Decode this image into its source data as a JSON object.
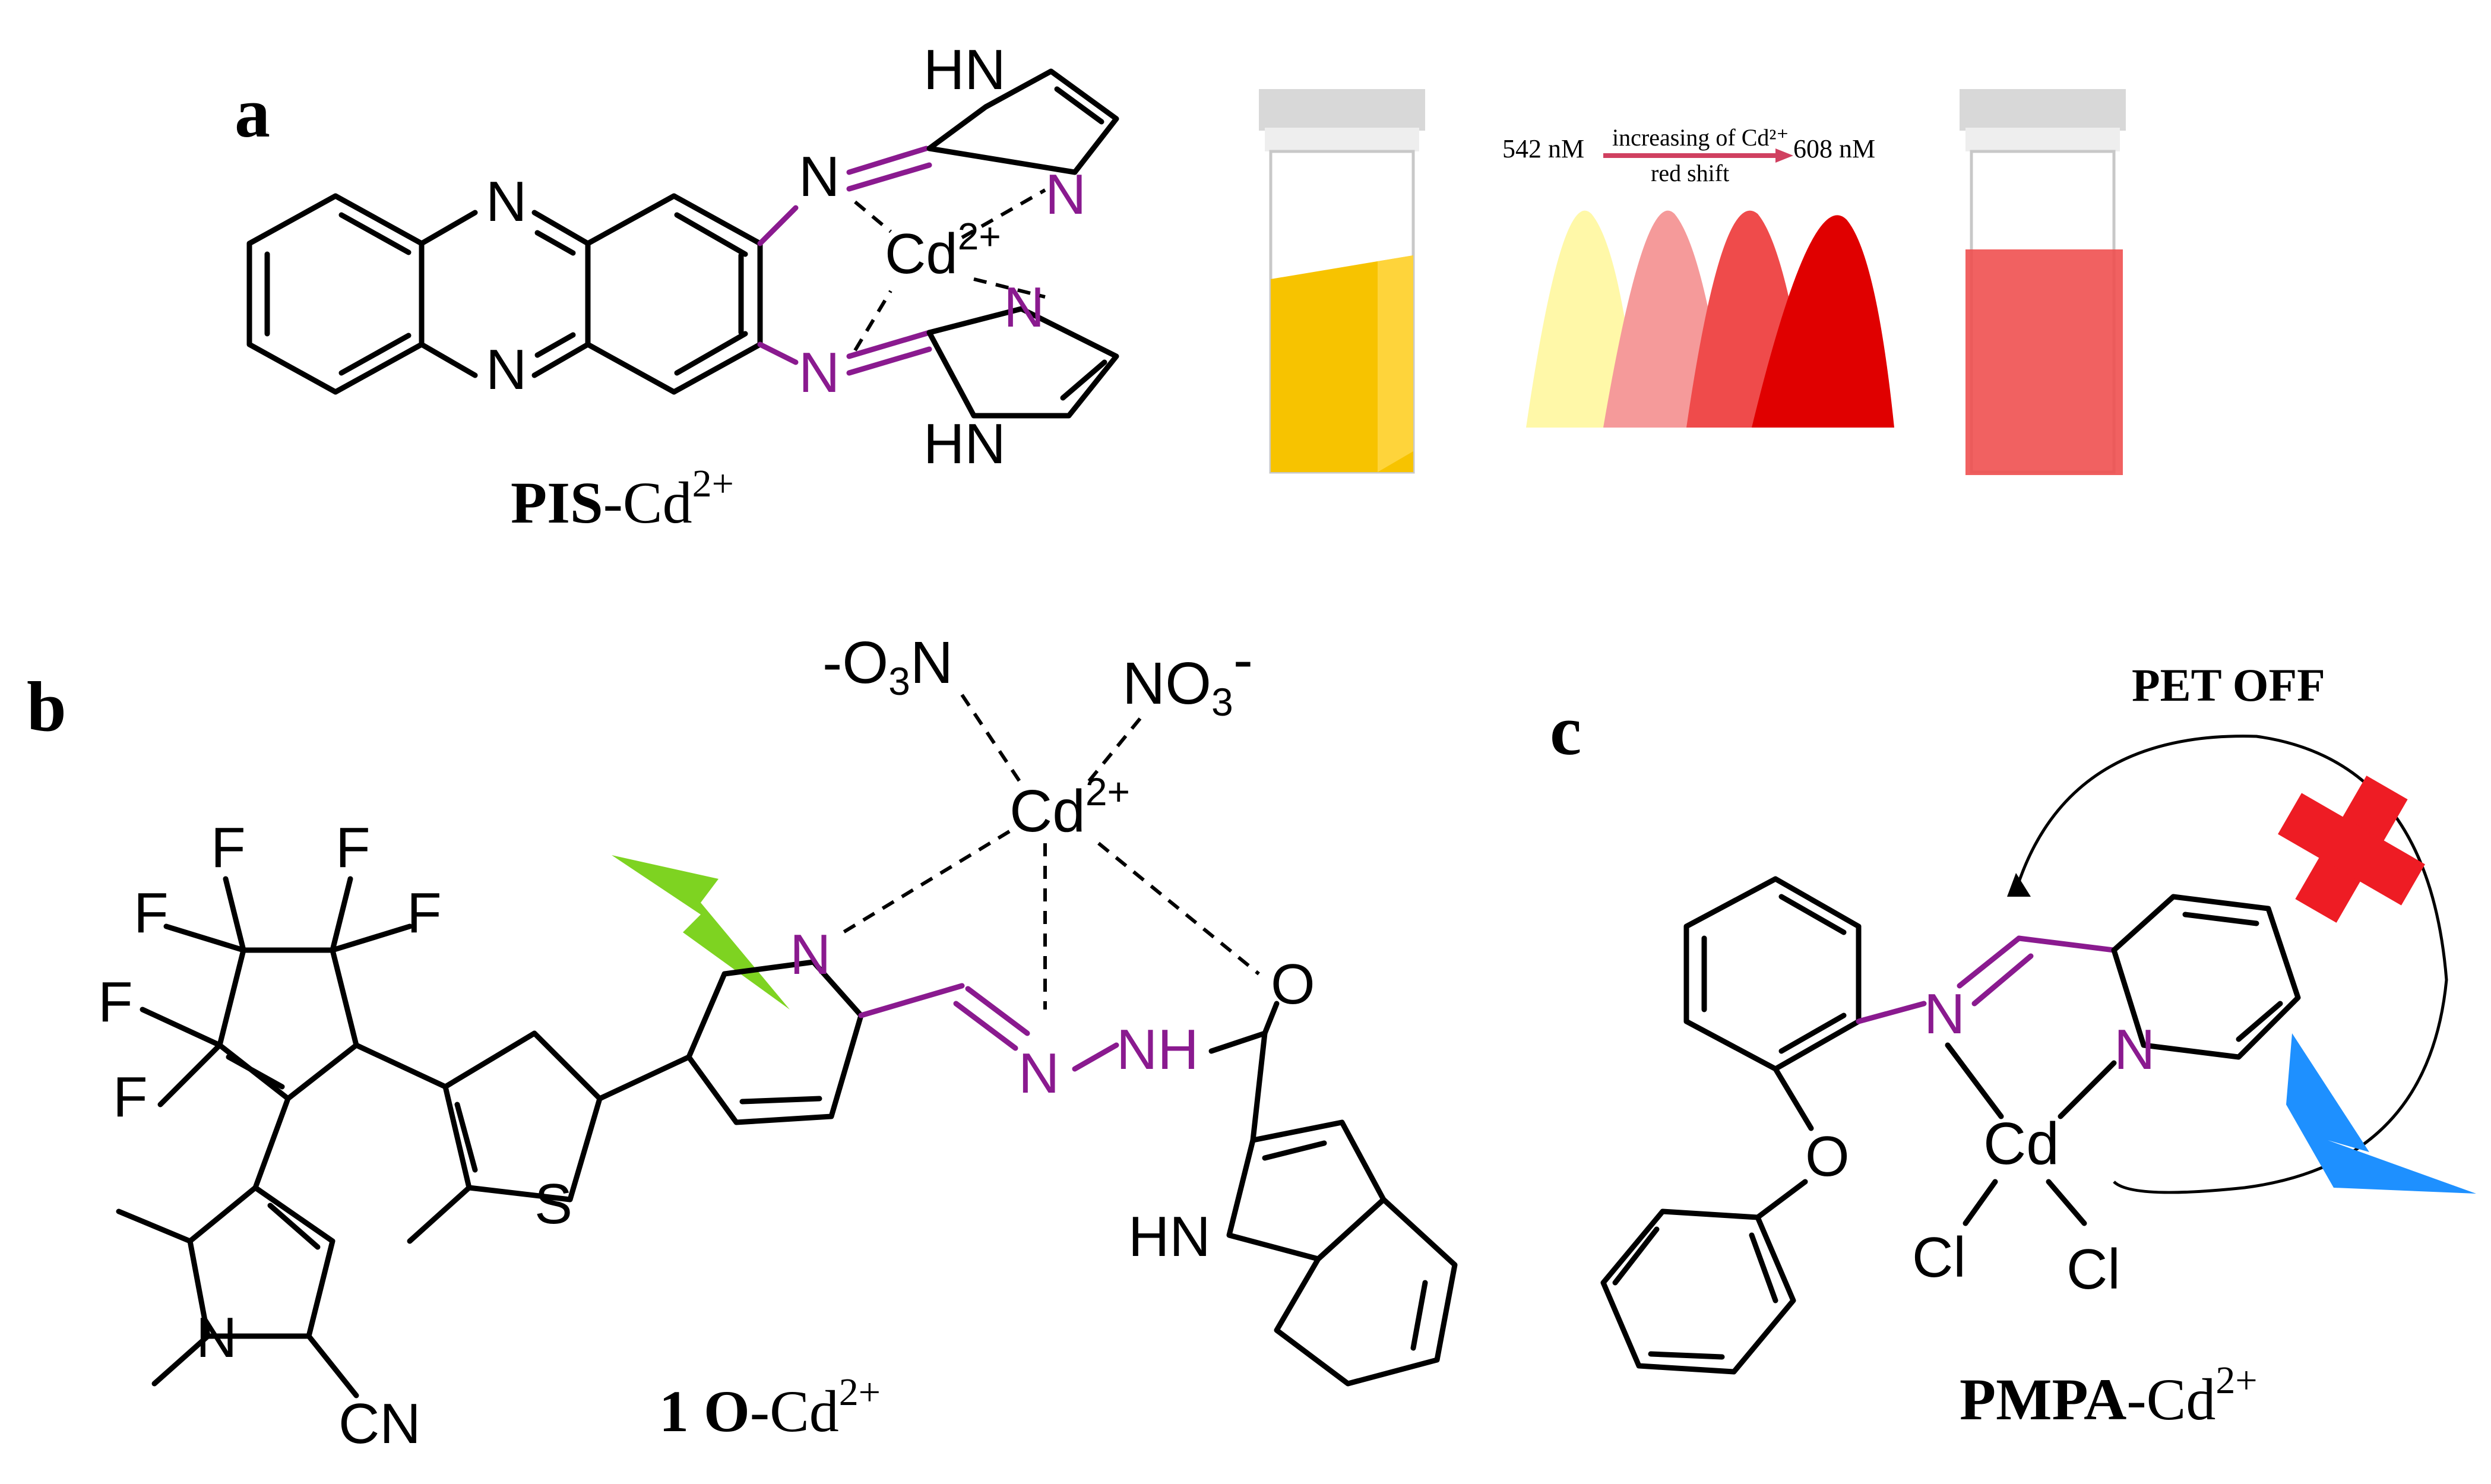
{
  "panels": {
    "a": {
      "label": "a",
      "caption_bold": "PIS",
      "caption_rest": "-Cd",
      "caption_sup": "2+",
      "metal": "Cd",
      "metal_sup": "2+",
      "atoms": {
        "n": "N",
        "hn": "HN"
      },
      "spectrum": {
        "start": "542 nM",
        "arrow_label": "increasing of Cd²⁺",
        "shift_label": "red shift",
        "end": "608 nM"
      },
      "colors": {
        "yellow": "#f7c300",
        "red": "#ef4b4b",
        "purple": "#8a1a8f"
      }
    },
    "b": {
      "label": "b",
      "caption_bold": "1 O",
      "caption_rest": "-Cd",
      "caption_sup": "2+",
      "metal": "Cd",
      "metal_sup": "2+",
      "ligand_left": "O",
      "ligand_left_sub": "3",
      "ligand_left_end": "N",
      "ligand_right": "NO",
      "ligand_right_sub": "3",
      "atoms": {
        "f": "F",
        "s": "S",
        "n": "N",
        "nh": "NH",
        "o": "O",
        "hn": "HN",
        "cn": "CN"
      },
      "colors": {
        "bolt": "#7ed321"
      }
    },
    "c": {
      "label": "c",
      "pet_label": "PET OFF",
      "caption_bold": "PMPA",
      "caption_rest": "-Cd",
      "caption_sup": "2+",
      "metal": "Cd",
      "atoms": {
        "n": "N",
        "o": "O",
        "cl": "Cl"
      },
      "colors": {
        "cross": "#ee1c24",
        "bolt": "#1e90ff"
      }
    }
  }
}
